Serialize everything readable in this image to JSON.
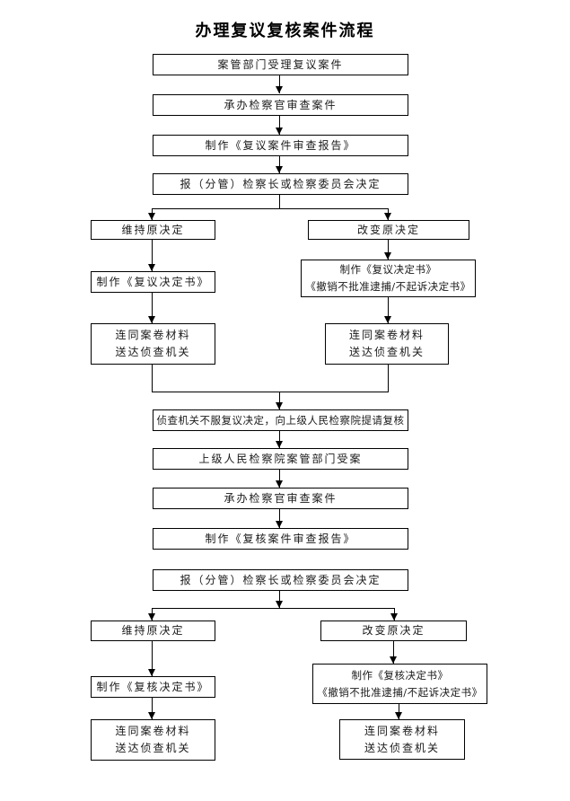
{
  "title": "办理复议复核案件流程",
  "colors": {
    "line": "#000000",
    "background": "#ffffff",
    "text": "#1a1a1a"
  },
  "section1": {
    "step_accept": "案管部门受理复议案件",
    "step_examine": "承办检察官审查案件",
    "step_report": "制作《复议案件审查报告》",
    "step_decide": "报（分管）检察长或检察委员会决定",
    "left": {
      "decision": "维持原决定",
      "document": "制作《复议决定书》",
      "deliver_line1": "连同案卷材料",
      "deliver_line2": "送达侦查机关"
    },
    "right": {
      "decision": "改变原决定",
      "document_line1": "制作《复议决定书》",
      "document_line2": "《撤销不批准逮捕/不起诉决定书》",
      "deliver_line1": "连同案卷材料",
      "deliver_line2": "送达侦查机关"
    },
    "merge": "侦查机关不服复议决定，向上级人民检察院提请复核"
  },
  "section2": {
    "step_accept": "上级人民检察院案管部门受案",
    "step_examine": "承办检察官审查案件",
    "step_report": "制作《复核案件审查报告》",
    "step_decide": "报（分管）检察长或检察委员会决定",
    "left": {
      "decision": "维持原决定",
      "document": "制作《复核决定书》",
      "deliver_line1": "连同案卷材料",
      "deliver_line2": "送达侦查机关"
    },
    "right": {
      "decision": "改变原决定",
      "document_line1": "制作《复核决定书》",
      "document_line2": "《撤销不批准逮捕/不起诉决定书》",
      "deliver_line1": "连同案卷材料",
      "deliver_line2": "送达侦查机关"
    }
  }
}
